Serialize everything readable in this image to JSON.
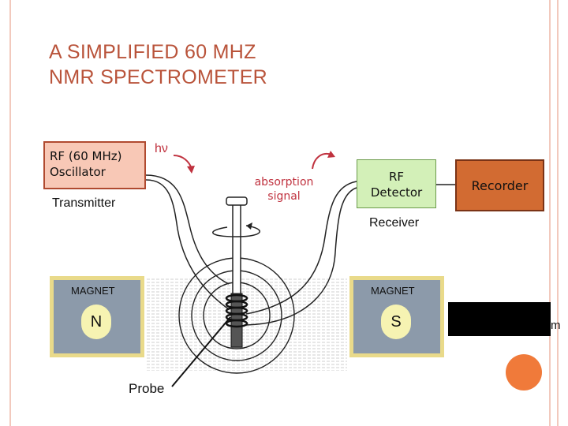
{
  "title": {
    "line1": "A SIMPLIFIED 60 MHZ",
    "line2": "NMR SPECTROMETER"
  },
  "oscillator": {
    "line1": "RF (60 MHz)",
    "line2": "Oscillator"
  },
  "transmitter_label": "Transmitter",
  "hv_label": "hν",
  "absorption": {
    "line1": "absorption",
    "line2": "signal"
  },
  "detector": {
    "line1": "RF",
    "line2": "Detector"
  },
  "recorder_label": "Recorder",
  "receiver_label": "Receiver",
  "magnet_left": {
    "label": "MAGNET",
    "pole": "N"
  },
  "magnet_right": {
    "label": "MAGNET",
    "pole": "S"
  },
  "probe_label": "Probe",
  "cut_text": "m",
  "colors": {
    "title": "#b9533a",
    "oscillator_fill": "#f8c8b6",
    "detector_fill": "#d3f0b8",
    "recorder_fill": "#d26b32",
    "magnet_fill": "#8c9aaa",
    "magnet_border": "#e9da8a",
    "pole_fill": "#f6f3b2",
    "arrow": "#c0323f",
    "accent_dot": "#f07a3a"
  }
}
